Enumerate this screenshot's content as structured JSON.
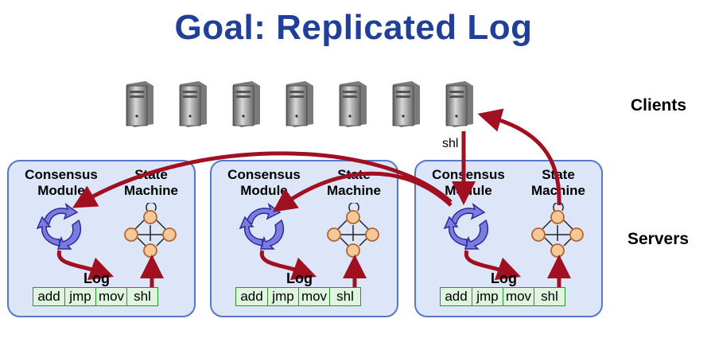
{
  "title": "Goal: Replicated Log",
  "side_labels": {
    "clients": "Clients",
    "servers": "Servers"
  },
  "command_label": "shl",
  "client_count": 7,
  "servers": [
    {
      "consensus_label_1": "Consensus",
      "consensus_label_2": "Module",
      "state_label_1": "State",
      "state_label_2": "Machine",
      "log_label": "Log",
      "log_entries": [
        "add",
        "jmp",
        "mov",
        "shl"
      ]
    },
    {
      "consensus_label_1": "Consensus",
      "consensus_label_2": "Module",
      "state_label_1": "State",
      "state_label_2": "Machine",
      "log_label": "Log",
      "log_entries": [
        "add",
        "jmp",
        "mov",
        "shl"
      ]
    },
    {
      "consensus_label_1": "Consensus",
      "consensus_label_2": "Module",
      "state_label_1": "State",
      "state_label_2": "Machine",
      "log_label": "Log",
      "log_entries": [
        "add",
        "jmp",
        "mov",
        "shl"
      ]
    }
  ],
  "colors": {
    "title": "#1f3f99",
    "arrow": "#a01020",
    "box_fill": "#dde6f8",
    "box_border": "#5577cc",
    "log_fill": "#dff5df",
    "log_border": "#2f8f2f",
    "state_node": "#f5c89a",
    "consensus_icon": "#7b7be0"
  }
}
